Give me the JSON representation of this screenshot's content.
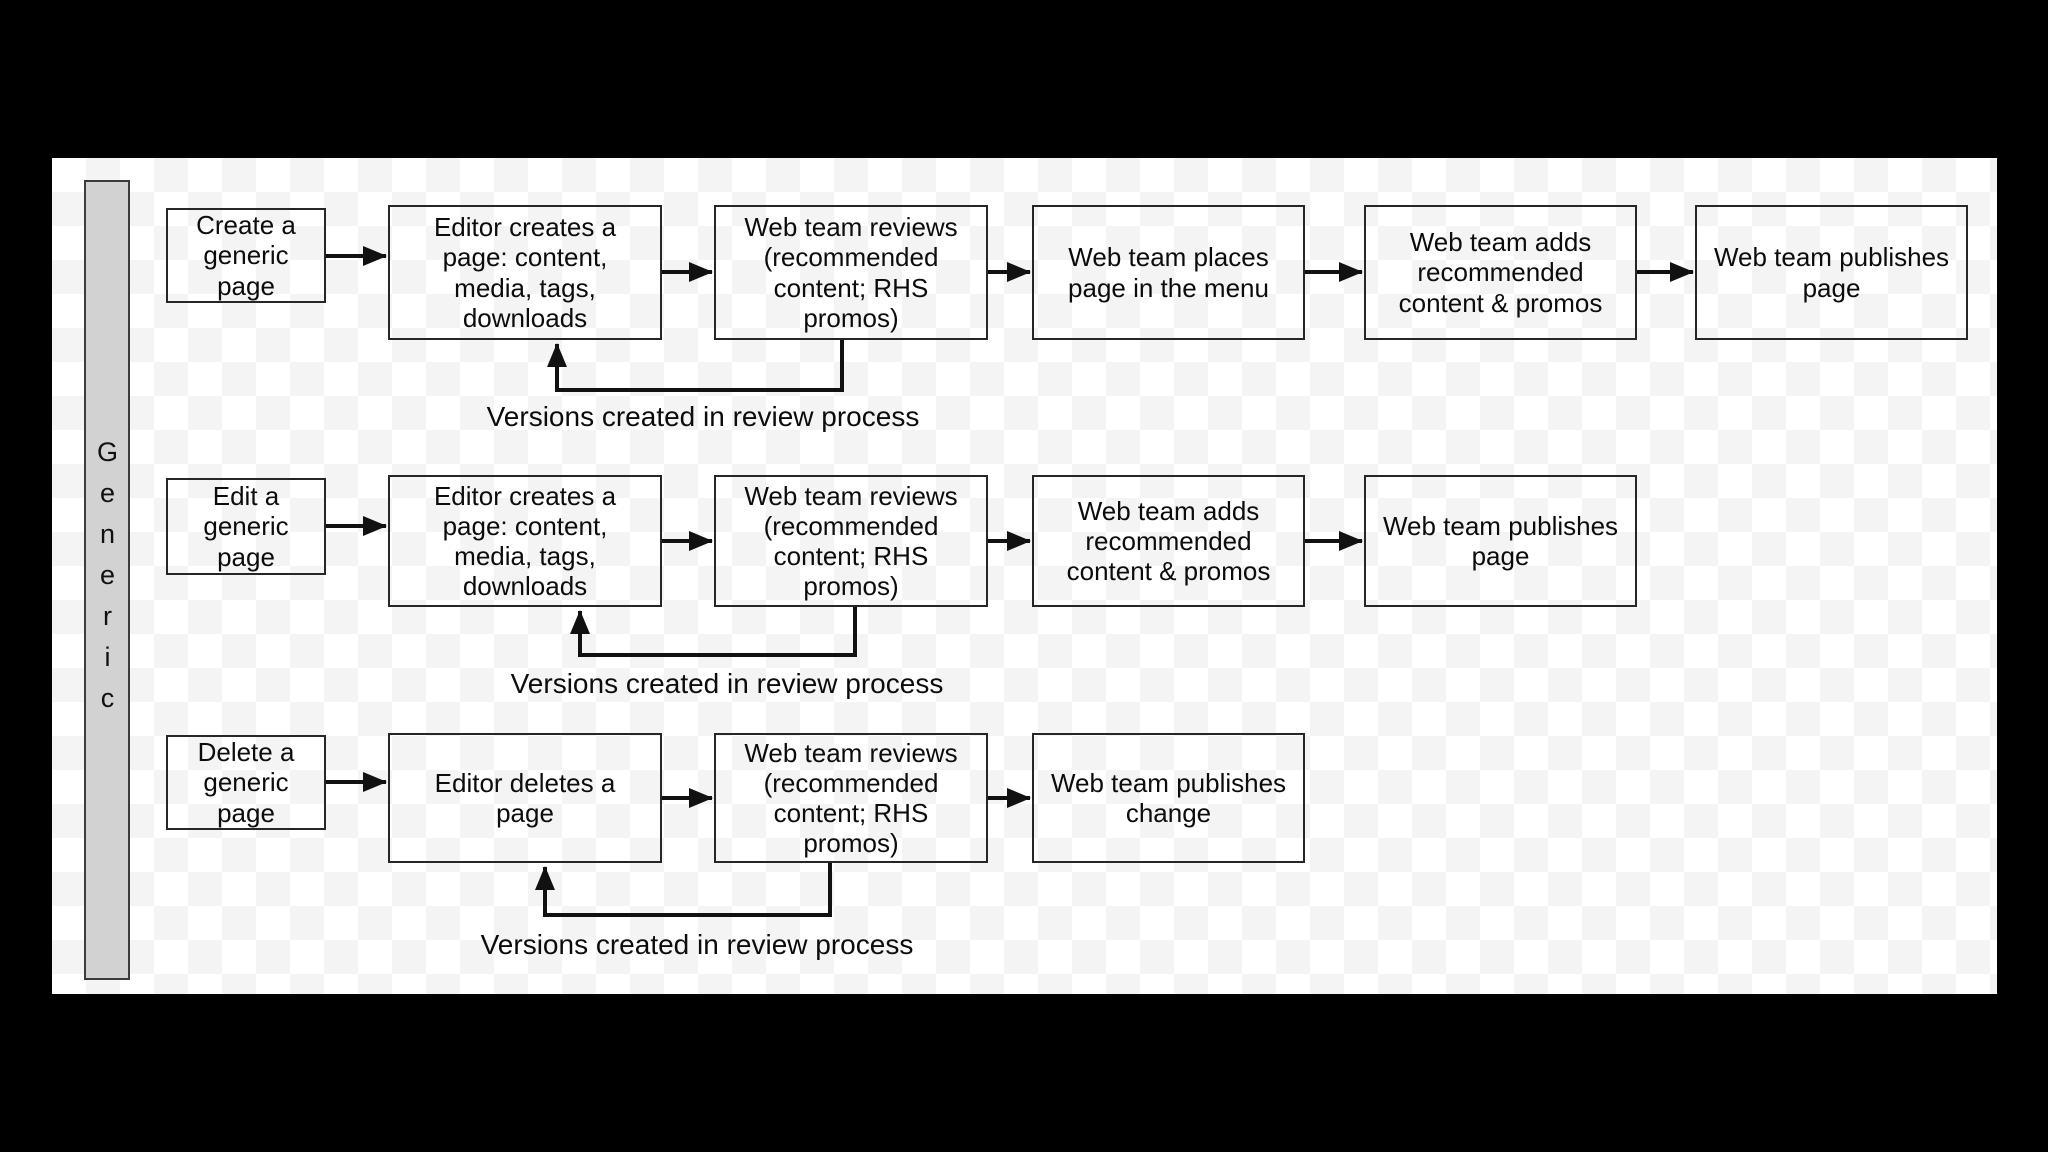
{
  "diagram": {
    "lane_label": "Generic",
    "colors": {
      "letterbox": "#000000",
      "checker_light": "#ffffff",
      "checker_dark": "#f4f4f4",
      "lane_fill": "#d2d2d2",
      "node_border": "#262626",
      "connector": "#111111",
      "text": "#0c0c0c"
    },
    "rows": [
      {
        "name": "create-a-generic-page",
        "loop_label": "Versions created in review process",
        "nodes": [
          {
            "label": "Create a\ngeneric\npage"
          },
          {
            "label": "Editor creates a\npage: content,\nmedia, tags,\ndownloads"
          },
          {
            "label": "Web team reviews\n(recommended\ncontent; RHS\npromos)"
          },
          {
            "label": "Web team places\npage in the menu"
          },
          {
            "label": "Web team adds\nrecommended\ncontent & promos"
          },
          {
            "label": "Web team publishes\npage"
          }
        ]
      },
      {
        "name": "edit-a-generic-page",
        "loop_label": "Versions created in review process",
        "nodes": [
          {
            "label": "Edit a\ngeneric\npage"
          },
          {
            "label": "Editor creates a\npage: content,\nmedia, tags,\ndownloads"
          },
          {
            "label": "Web team reviews\n(recommended\ncontent; RHS\npromos)"
          },
          {
            "label": "Web team adds\nrecommended\ncontent & promos"
          },
          {
            "label": "Web team publishes\npage"
          }
        ]
      },
      {
        "name": "delete-a-generic-page",
        "loop_label": "Versions created in review process",
        "nodes": [
          {
            "label": "Delete a\ngeneric\npage"
          },
          {
            "label": "Editor deletes a\npage"
          },
          {
            "label": "Web team reviews\n(recommended\ncontent; RHS\npromos)"
          },
          {
            "label": "Web team publishes\nchange"
          }
        ]
      }
    ]
  }
}
